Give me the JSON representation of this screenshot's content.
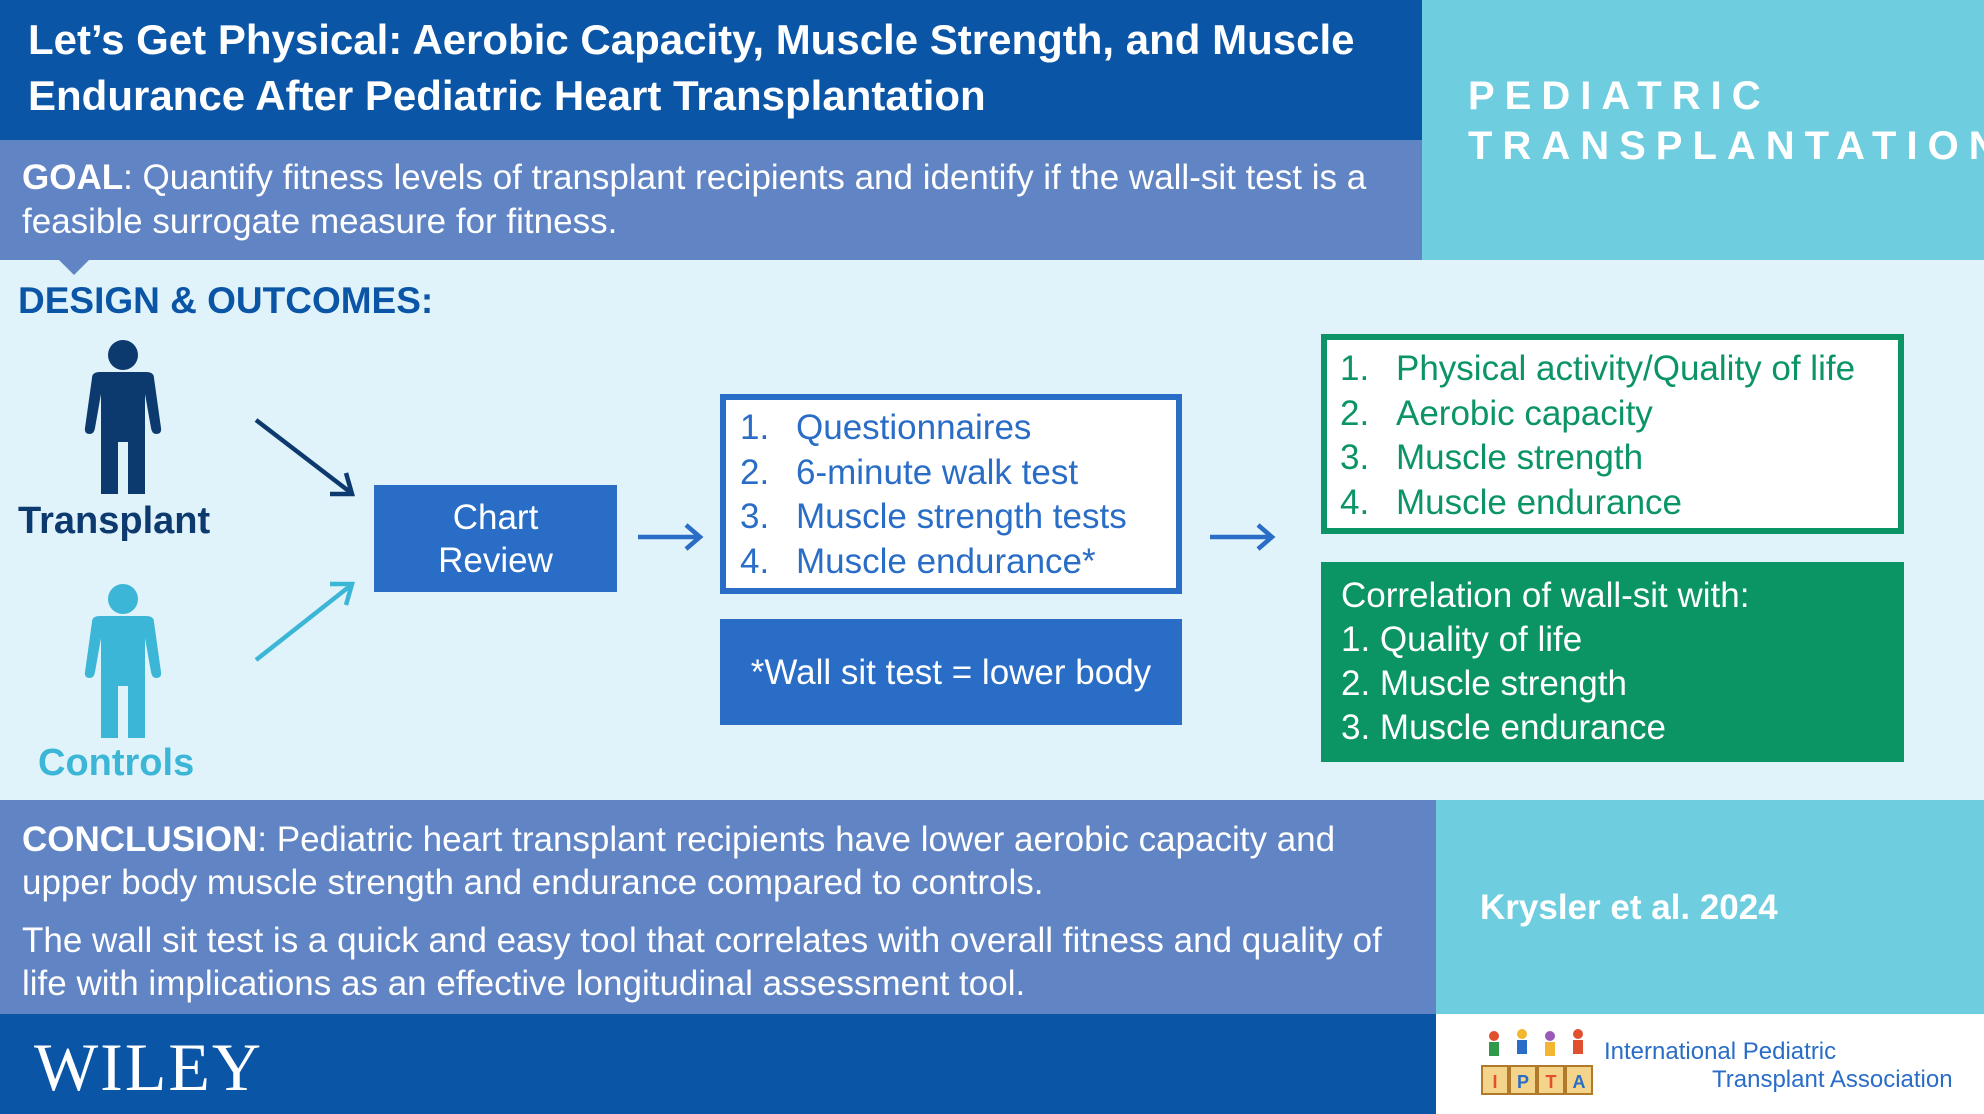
{
  "header": {
    "title": "Let’s Get Physical: Aerobic Capacity, Muscle Strength, and Muscle Endurance After Pediatric Heart Transplantation",
    "journal_line1": "PEDIATRIC",
    "journal_line2": "TRANSPLANTATION"
  },
  "goal": {
    "label": "GOAL",
    "text": ": Quantify fitness levels of transplant recipients and identify if the wall-sit test is a feasible surrogate measure for fitness."
  },
  "design": {
    "heading": "DESIGN & OUTCOMES:",
    "transplant_label": "Transplant",
    "controls_label": "Controls",
    "chart_review_line1": "Chart",
    "chart_review_line2": "Review",
    "measures": [
      {
        "num": "1.",
        "text": "Questionnaires"
      },
      {
        "num": "2.",
        "text": "6-minute walk test"
      },
      {
        "num": "3.",
        "text": "Muscle strength tests"
      },
      {
        "num": "4.",
        "text": "Muscle endurance*"
      }
    ],
    "wallsit_note": "*Wall sit test = lower body",
    "outcomes": [
      {
        "num": "1.",
        "text": "Physical activity/Quality of life"
      },
      {
        "num": "2.",
        "text": "Aerobic capacity"
      },
      {
        "num": "3.",
        "text": "Muscle strength"
      },
      {
        "num": "4.",
        "text": "Muscle endurance"
      }
    ],
    "correlation": {
      "heading": "Correlation of wall-sit with:",
      "items": [
        "1. Quality of life",
        "2. Muscle strength",
        "3. Muscle endurance"
      ]
    }
  },
  "conclusion": {
    "label": "CONCLUSION",
    "text1": ": Pediatric heart transplant recipients have lower aerobic capacity and upper body muscle strength and endurance compared to controls.",
    "text2": "The wall sit test is a quick and easy tool that correlates with overall fitness and quality of life with implications as an effective longitudinal assessment tool."
  },
  "citation": "Krysler et al. 2024",
  "footer": {
    "publisher": "WILEY",
    "association_line1": "International Pediatric",
    "association_line2": "Transplant Association",
    "association_blocks": [
      "I",
      "P",
      "T",
      "A"
    ]
  },
  "colors": {
    "dark_blue": "#0b55a6",
    "mid_blue": "#2a6dc6",
    "goal_band": "#6084c4",
    "light_teal": "#6fcde0",
    "background": "#e1f3fa",
    "green": "#0b9464",
    "transplant_figure": "#0d3a6e",
    "controls_figure": "#3cb6d6"
  }
}
